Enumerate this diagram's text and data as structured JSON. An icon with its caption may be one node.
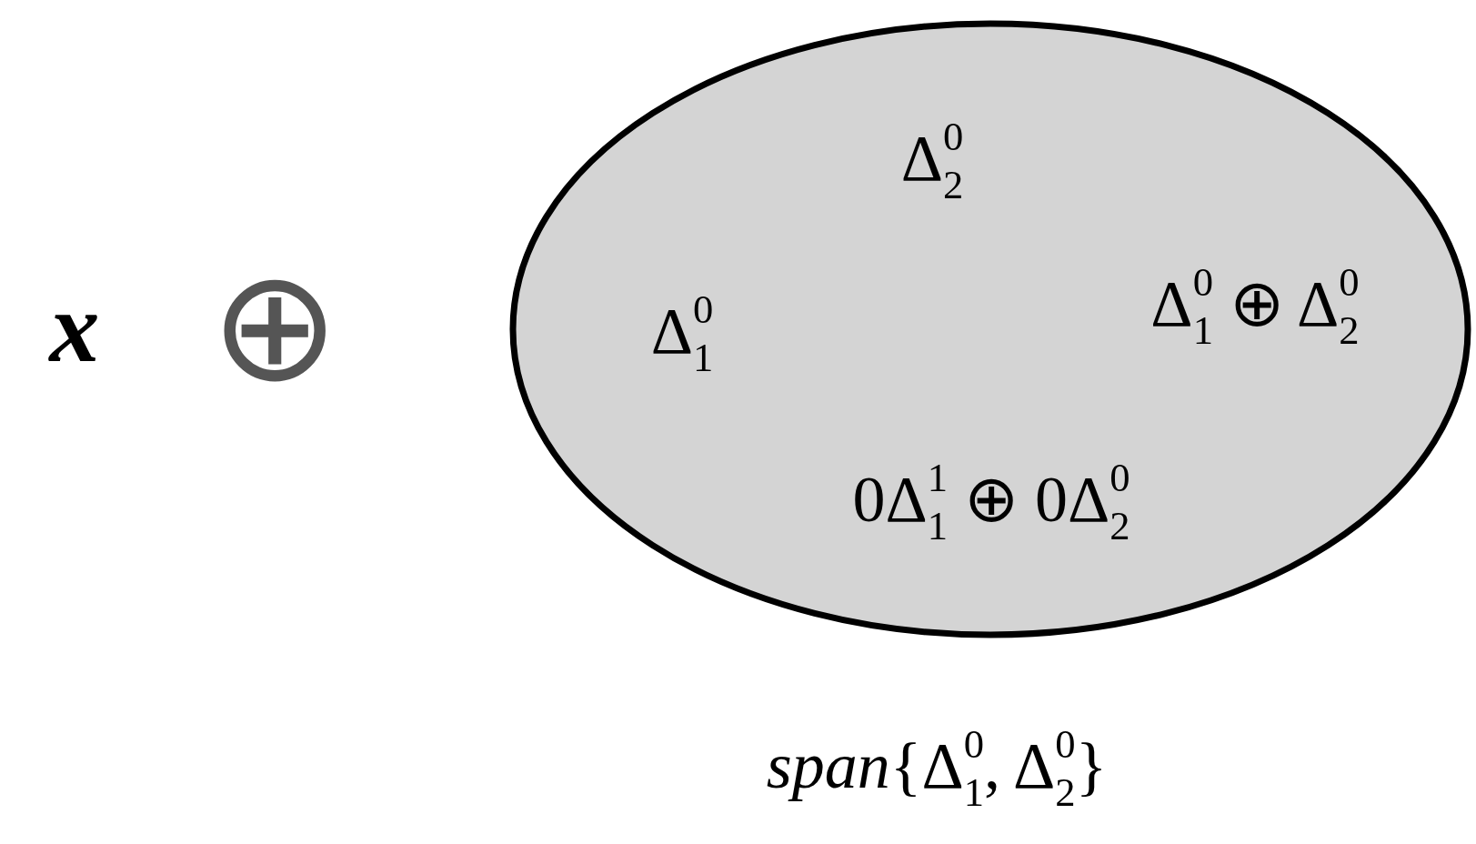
{
  "diagram": {
    "caption": "*span*{Δ$_{1}$$^{0}$, Δ$_{2}$$^{0}$}",
    "nodes": [
      {
        "text": [
          "Δ$_{2}$$^{0}$",
          "Δ$_{1}$$^{0}$",
          "Δ$_{1}$$^{0}$ ⊕ Δ$_{2}$$^{0}$",
          "0Δ$_{1}$$^{1}$ ⊕ 0Δ$_{2}$$^{0}$"
        ]
      }
    ],
    "labels": [
      "x",
      "⊕"
    ]
  }
}
